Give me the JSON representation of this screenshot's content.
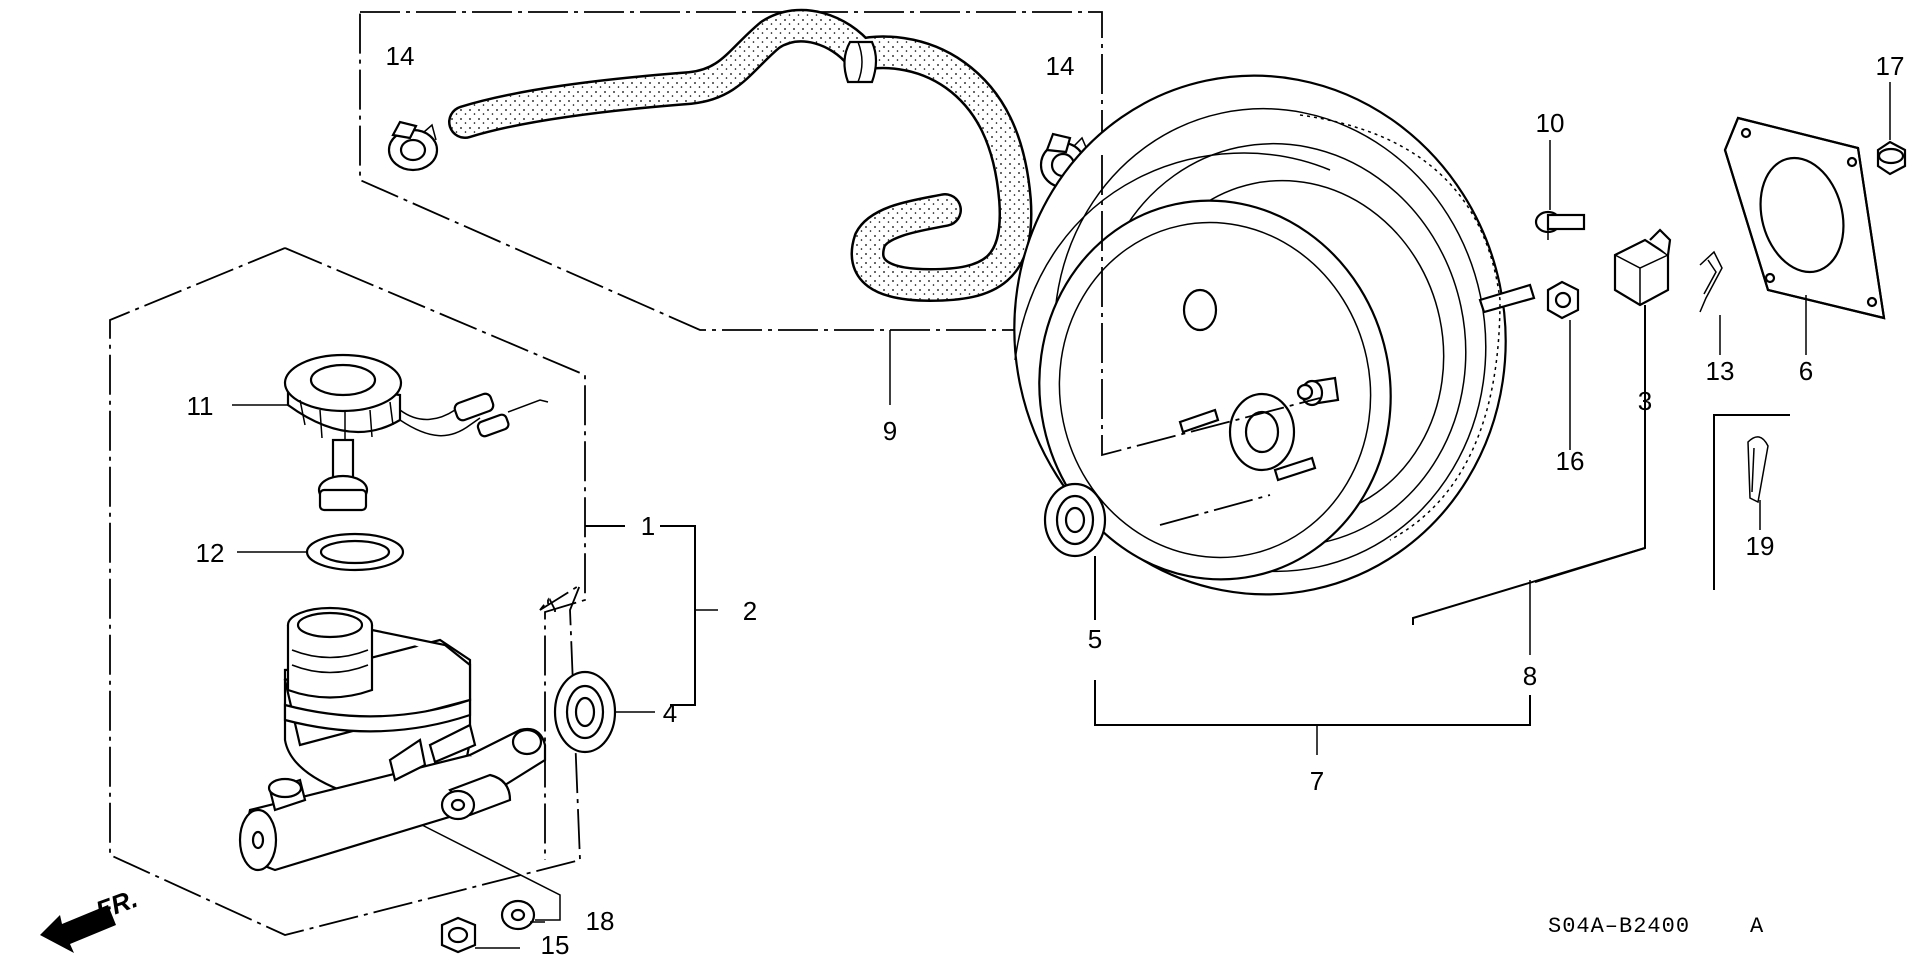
{
  "callouts": [
    {
      "id": "c1",
      "label": "1"
    },
    {
      "id": "c2",
      "label": "2"
    },
    {
      "id": "c3",
      "label": "3"
    },
    {
      "id": "c4",
      "label": "4"
    },
    {
      "id": "c5",
      "label": "5"
    },
    {
      "id": "c6",
      "label": "6"
    },
    {
      "id": "c7",
      "label": "7"
    },
    {
      "id": "c8",
      "label": "8"
    },
    {
      "id": "c9",
      "label": "9"
    },
    {
      "id": "c10",
      "label": "10"
    },
    {
      "id": "c11",
      "label": "11"
    },
    {
      "id": "c12",
      "label": "12"
    },
    {
      "id": "c13",
      "label": "13"
    },
    {
      "id": "c14a",
      "label": "14"
    },
    {
      "id": "c14b",
      "label": "14"
    },
    {
      "id": "c15",
      "label": "15"
    },
    {
      "id": "c16",
      "label": "16"
    },
    {
      "id": "c17",
      "label": "17"
    },
    {
      "id": "c18",
      "label": "18"
    },
    {
      "id": "c19",
      "label": "19"
    }
  ],
  "diagram_code": "S04A–B2400",
  "diagram_suffix": "A",
  "front_indicator": "FR."
}
